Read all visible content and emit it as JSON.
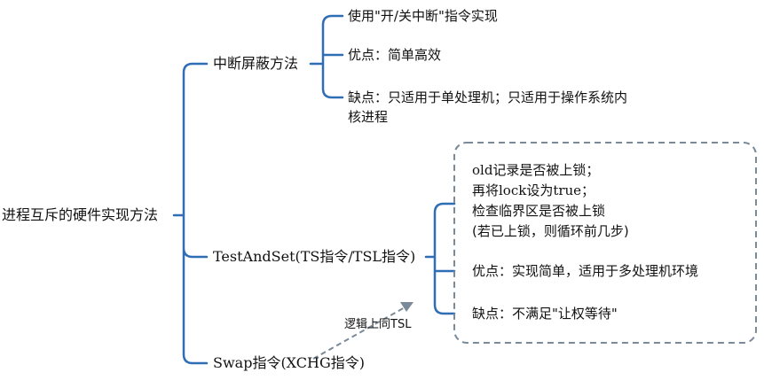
{
  "root": {
    "label": "进程互斥的硬件实现方法"
  },
  "branches": [
    {
      "label": "中断屏蔽方法",
      "children": [
        "使用\"开/关中断\"指令实现",
        "优点：简单高效",
        "缺点：只适用于单处理机；只适用于操作系统内",
        "核进程"
      ]
    },
    {
      "label": "TestAndSet(TS指令/TSL指令)",
      "children": [
        "old记录是否被上锁；",
        "再将lock设为true；",
        "检查临界区是否被上锁",
        "(若已上锁，则循环前几步)",
        "优点：实现简单，适用于多处理机环境",
        "缺点：不满足\"让权等待\""
      ]
    },
    {
      "label": "Swap指令(XCHG指令)",
      "children": []
    }
  ],
  "relation": {
    "label": "逻辑上同TSL"
  },
  "colors": {
    "connector": "#2f6db5",
    "dashed_box": "#7a8a99",
    "text": "#111111"
  }
}
